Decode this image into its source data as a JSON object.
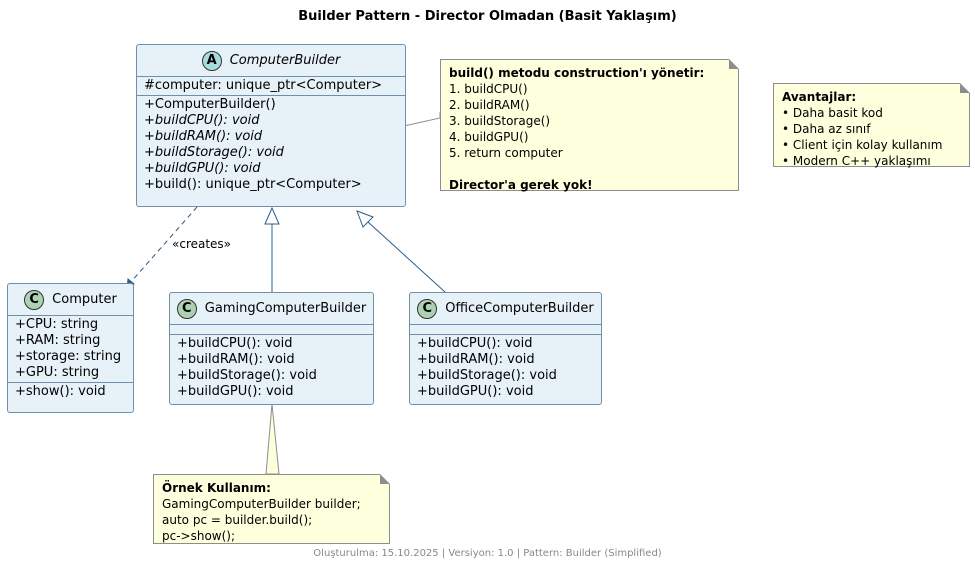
{
  "title": "Builder Pattern - Director Olmadan (Basit Yaklaşım)",
  "footer": "Oluşturulma: 15.10.2025 | Versiyon: 1.0 | Pattern: Builder (Simplified)",
  "colors": {
    "class_fill": "#E6F2F7",
    "class_border": "#6F8FAA",
    "note_fill": "#FEFFDD",
    "line": "#2C5F8A"
  },
  "classes": {
    "computer_builder": {
      "badge": "A",
      "name": "ComputerBuilder",
      "fields": [
        "#computer: unique_ptr<Computer>"
      ],
      "methods": [
        "+ComputerBuilder()",
        "+buildCPU(): void",
        "+buildRAM(): void",
        "+buildStorage(): void",
        "+buildGPU(): void",
        "+build(): unique_ptr<Computer>"
      ]
    },
    "computer": {
      "badge": "C",
      "name": "Computer",
      "fields": [
        "+CPU: string",
        "+RAM: string",
        "+storage: string",
        "+GPU: string"
      ],
      "methods": [
        "+show(): void"
      ]
    },
    "gaming_builder": {
      "badge": "C",
      "name": "GamingComputerBuilder",
      "methods": [
        "+buildCPU(): void",
        "+buildRAM(): void",
        "+buildStorage(): void",
        "+buildGPU(): void"
      ]
    },
    "office_builder": {
      "badge": "C",
      "name": "OfficeComputerBuilder",
      "methods": [
        "+buildCPU(): void",
        "+buildRAM(): void",
        "+buildStorage(): void",
        "+buildGPU(): void"
      ]
    }
  },
  "relations": {
    "creates_label": "«creates»"
  },
  "notes": {
    "build_note": {
      "heading": "build() metodu construction'ı yönetir:",
      "lines": [
        "1. buildCPU()",
        "2. buildRAM()",
        "3. buildStorage()",
        "4. buildGPU()",
        "5. return computer"
      ],
      "footer": "Director'a gerek yok!"
    },
    "advantages": {
      "heading": "Avantajlar:",
      "lines": [
        "• Daha basit kod",
        "• Daha az sınıf",
        "• Client için kolay kullanım",
        "• Modern C++ yaklaşımı"
      ]
    },
    "usage": {
      "heading": "Örnek Kullanım:",
      "lines": [
        "GamingComputerBuilder builder;",
        "auto pc = builder.build();",
        "pc->show();"
      ]
    }
  }
}
